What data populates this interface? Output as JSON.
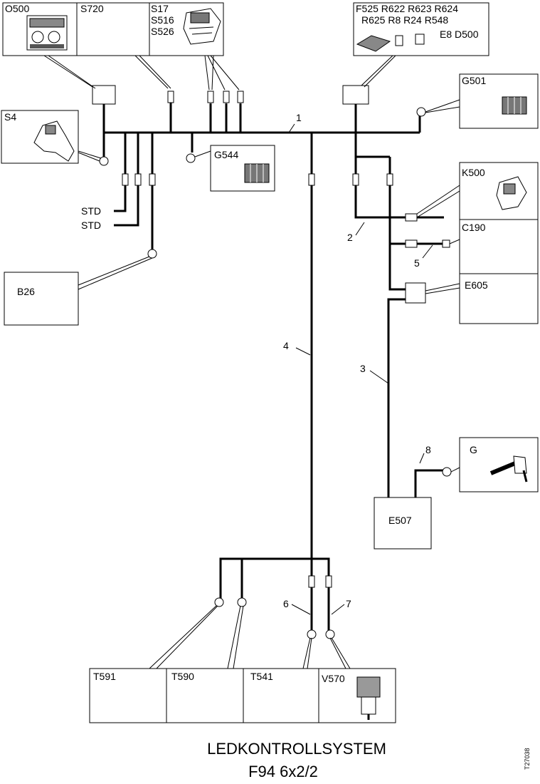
{
  "components": {
    "o500": "O500",
    "s720": "S720",
    "s17": "S17",
    "s516": "S516",
    "s526": "S526",
    "fuse_line1": "F525 R622 R623 R624",
    "fuse_line2": "R625 R8 R24 R548",
    "fuse_line3": "E8 D500",
    "g501": "G501",
    "s4": "S4",
    "g544": "G544",
    "k500": "K500",
    "c190": "C190",
    "e605": "E605",
    "b26": "B26",
    "g": "G",
    "e507": "E507",
    "t591": "T591",
    "t590": "T590",
    "t541": "T541",
    "v570": "V570"
  },
  "wire_labels": {
    "std1": "STD",
    "std2": "STD",
    "w1": "1",
    "w2": "2",
    "w3": "3",
    "w4": "4",
    "w5": "5",
    "w6": "6",
    "w7": "7",
    "w8": "8"
  },
  "title": {
    "line1": "LEDKONTROLLSYSTEM",
    "line2": "F94 6x2/2"
  },
  "figure_code": "T27038"
}
